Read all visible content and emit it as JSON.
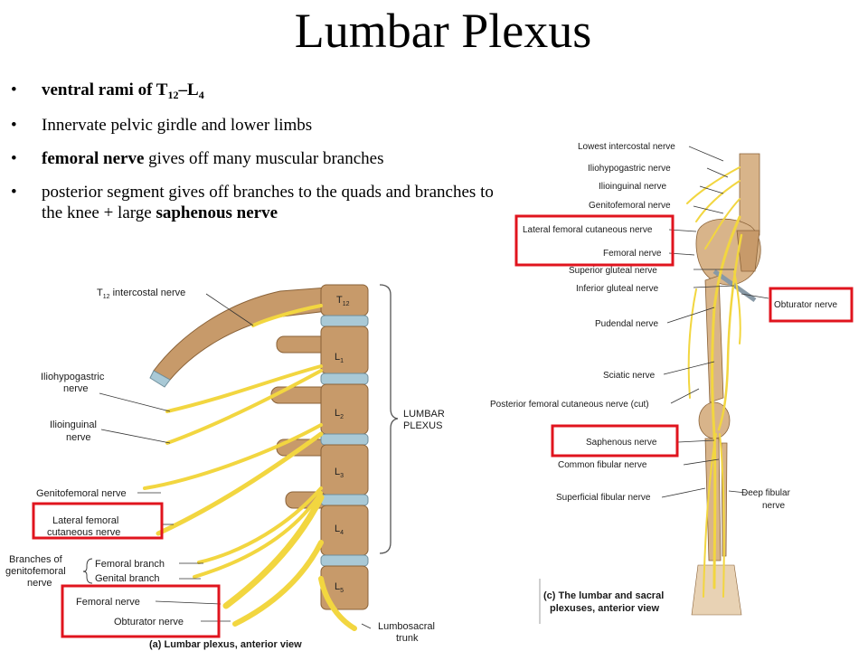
{
  "title": "Lumbar Plexus",
  "bullets": [
    {
      "a_bold": "ventral rami of T",
      "a_sub": "12",
      "b_bold": "–L",
      "b_sub": "4"
    },
    {
      "text": "Innervate pelvic girdle and lower limbs"
    },
    {
      "bold": "femoral nerve",
      "rest": " gives off many muscular branches"
    },
    {
      "pre": "posterior segment gives off branches to the quads and branches to the knee + large ",
      "bold": "saphenous nerve"
    }
  ],
  "figure_a": {
    "labels": {
      "t12_intercostal_prefix": "T",
      "t12_sub": "12",
      "t12_rest": " intercostal nerve",
      "iliohypogastric_1": "Iliohypogastric",
      "iliohypogastric_2": "nerve",
      "ilioinguinal_1": "Ilioinguinal",
      "ilioinguinal_2": "nerve",
      "genitofemoral": "Genitofemoral nerve",
      "lateral_femoral_1": "Lateral femoral",
      "lateral_femoral_2": "cutaneous nerve",
      "branches_1": "Branches of",
      "branches_2": "genitofemoral",
      "branches_3": "nerve",
      "femoral_branch": "Femoral branch",
      "genital_branch": "Genital branch",
      "femoral_nerve": "Femoral nerve",
      "obturator_nerve": "Obturator nerve",
      "lumbosacral_1": "Lumbosacral",
      "lumbosacral_2": "trunk",
      "lumbar_1": "LUMBAR",
      "lumbar_2": "PLEXUS",
      "caption": "(a) Lumbar plexus, anterior view"
    },
    "vertebrae": [
      {
        "main": "T",
        "sub": "12"
      },
      {
        "main": "L",
        "sub": "1"
      },
      {
        "main": "L",
        "sub": "2"
      },
      {
        "main": "L",
        "sub": "3"
      },
      {
        "main": "L",
        "sub": "4"
      },
      {
        "main": "L",
        "sub": "5"
      }
    ]
  },
  "figure_c": {
    "labels": {
      "lowest_intercostal": "Lowest intercostal nerve",
      "iliohypogastric": "Iliohypogastric nerve",
      "ilioinguinal": "Ilioinguinal nerve",
      "genitofemoral": "Genitofemoral nerve",
      "lateral_femoral": "Lateral femoral cutaneous nerve",
      "femoral": "Femoral nerve",
      "superior_gluteal": "Superior gluteal nerve",
      "inferior_gluteal": "Inferior gluteal nerve",
      "pudendal": "Pudendal nerve",
      "sciatic": "Sciatic nerve",
      "posterior_femoral": "Posterior femoral cutaneous nerve (cut)",
      "obturator": "Obturator nerve",
      "saphenous": "Saphenous nerve",
      "common_fibular": "Common fibular nerve",
      "superficial_fibular": "Superficial fibular nerve",
      "deep_fibular_1": "Deep fibular",
      "deep_fibular_2": "nerve",
      "caption_1": "(c) The lumbar and sacral",
      "caption_2": "plexuses, anterior view"
    }
  },
  "colors": {
    "highlight": "#e0141e",
    "nerve": "#f2d640",
    "bone": "#c79a6a",
    "disc": "#a9c9d6"
  }
}
